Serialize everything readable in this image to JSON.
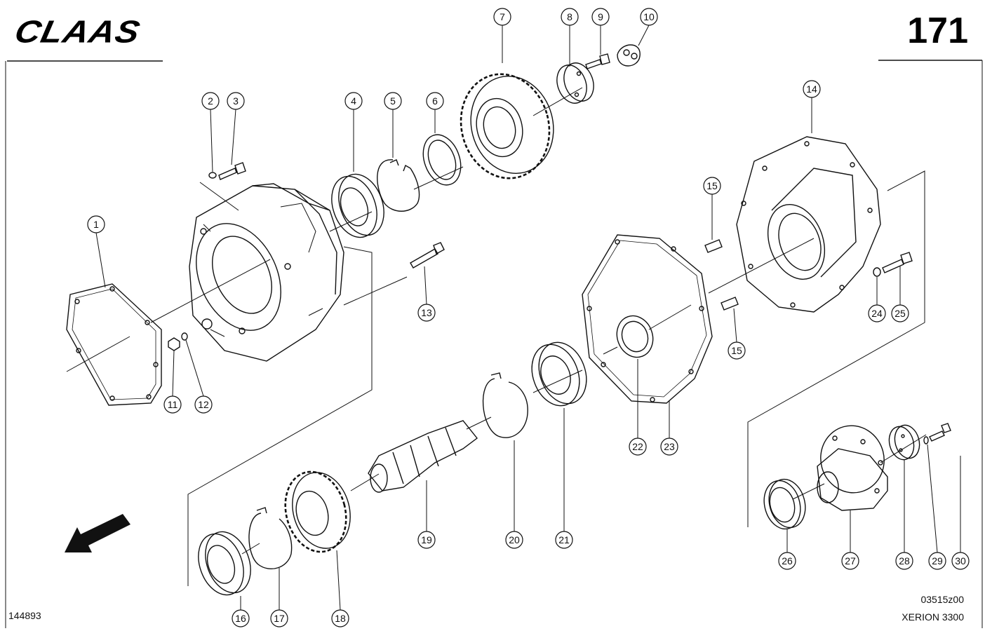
{
  "header": {
    "brand": "CLAAS",
    "page_number": "171"
  },
  "footer": {
    "sheet_id": "144893",
    "drawing_ref": "03515z00",
    "model": "XERION 3300"
  },
  "callouts": [
    "1",
    "2",
    "3",
    "4",
    "5",
    "6",
    "7",
    "8",
    "9",
    "10",
    "11",
    "12",
    "13",
    "14",
    "15",
    "16",
    "17",
    "18",
    "19",
    "20",
    "21",
    "22",
    "23",
    "24",
    "25",
    "26",
    "27",
    "28",
    "29",
    "30"
  ],
  "icons": {
    "direction": "arrow-down-left-icon"
  }
}
